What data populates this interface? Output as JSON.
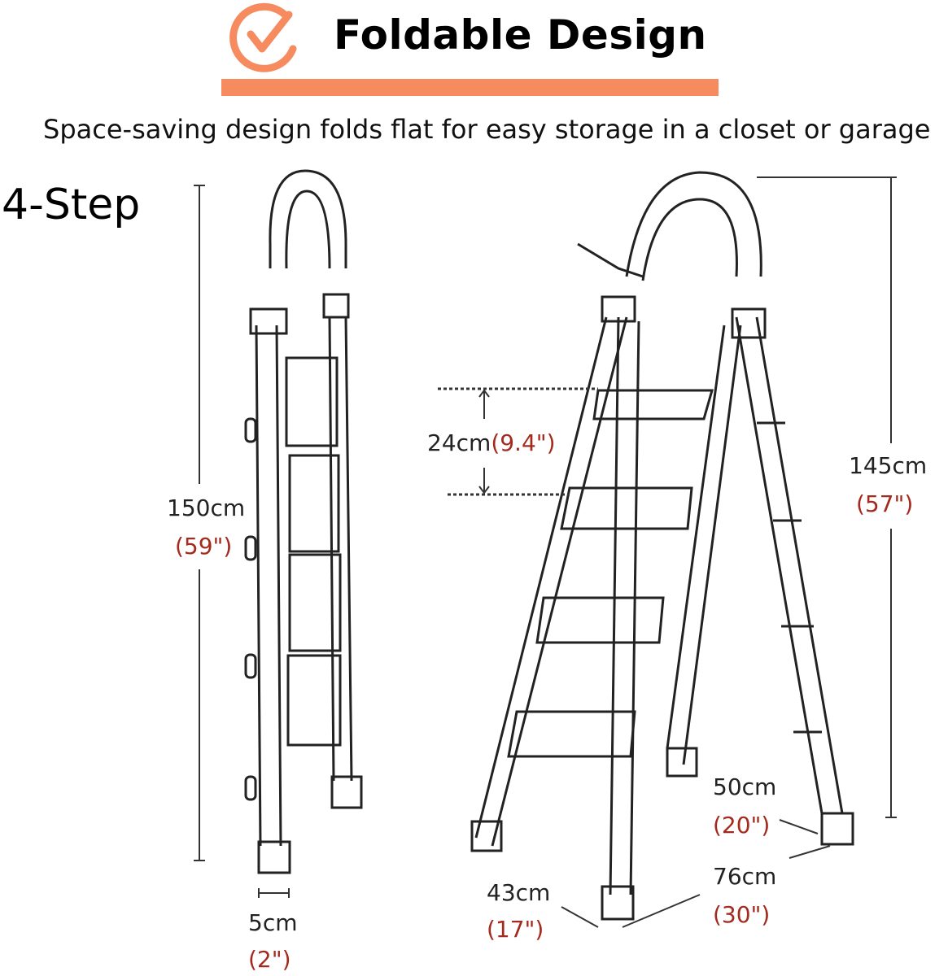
{
  "header": {
    "title": "Foldable Design",
    "subtitle": "Space-saving design folds flat for easy storage in a closet or garage",
    "icon": "check-circle-icon",
    "accent_color": "#f58b5e"
  },
  "label": "4-Step",
  "dimensions": {
    "folded_height": {
      "metric": "150cm",
      "imperial": "(59\")"
    },
    "folded_depth": {
      "metric": "5cm",
      "imperial": "(2\")"
    },
    "step_spacing": {
      "metric": "24cm",
      "imperial": "(9.4\")"
    },
    "open_height": {
      "metric": "145cm",
      "imperial": "(57\")"
    },
    "back_width": {
      "metric": "50cm",
      "imperial": "(20\")"
    },
    "base_depth": {
      "metric": "76cm",
      "imperial": "(30\")"
    },
    "front_width": {
      "metric": "43cm",
      "imperial": "(17\")"
    }
  },
  "imperial_color": "#a52a1e"
}
